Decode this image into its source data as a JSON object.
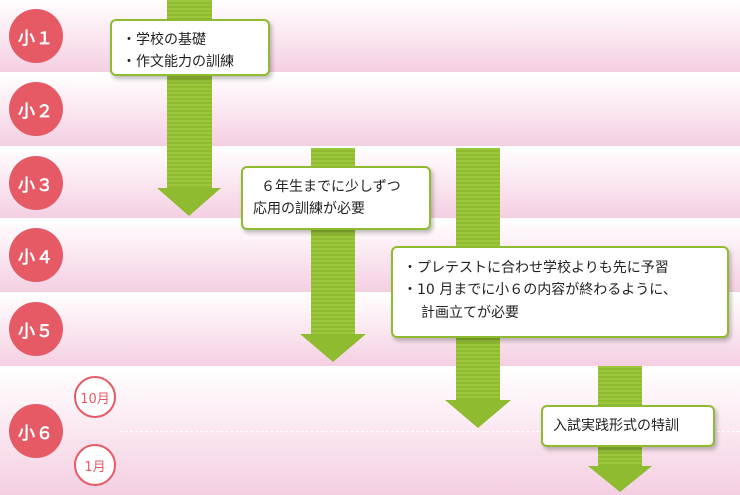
{
  "grades": [
    "小１",
    "小２",
    "小３",
    "小４",
    "小５",
    "小６"
  ],
  "months": [
    "10月",
    "1月"
  ],
  "notes": {
    "basics": [
      "・学校の基礎",
      "・作文能力の訓練"
    ],
    "grade6_goal": [
      "６年生までに少しずつ",
      "応用の訓練が必要"
    ],
    "pretest": [
      "・プレテストに合わせ学校よりも先に予習",
      "・10 月までに小６の内容が終わるように、",
      "計画立てが必要"
    ],
    "exam_training": [
      "入試実践形式の特訓"
    ]
  },
  "colors": {
    "grade_circle": "#e55a65",
    "arrow": "#8fbb30",
    "band_pink": "#f4cfe2"
  }
}
